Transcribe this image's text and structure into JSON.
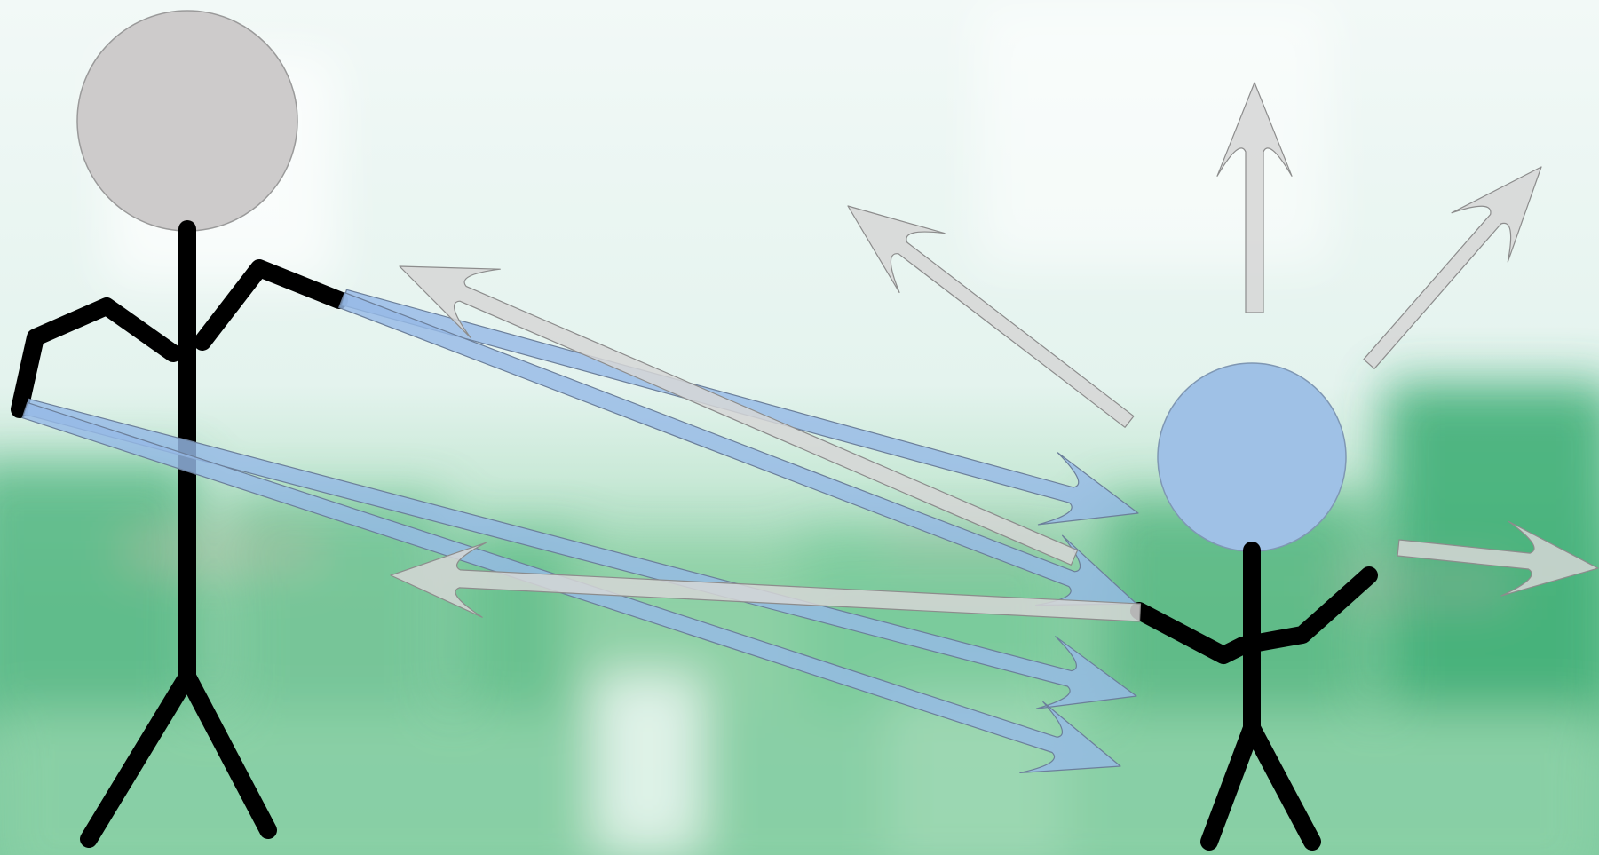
{
  "colors": {
    "sky_top": "#eef7f4",
    "sky_mid": "#dcefe9",
    "grass_light": "#a6dab8",
    "grass_dark": "#57b887",
    "figure_line": "#000000",
    "left_head_fill": "#cdcbcb",
    "right_head_fill": "#9fc1e6",
    "arrow_blue": "#96b9e6",
    "arrow_gray": "#d6d6d6"
  },
  "figures": [
    {
      "id": "left-figure",
      "head_color": "left_head_fill",
      "role": "throwing"
    },
    {
      "id": "right-figure",
      "head_color": "right_head_fill",
      "role": "receiving"
    }
  ],
  "arrows": {
    "blue_incoming": 4,
    "gray_outgoing": 6
  }
}
